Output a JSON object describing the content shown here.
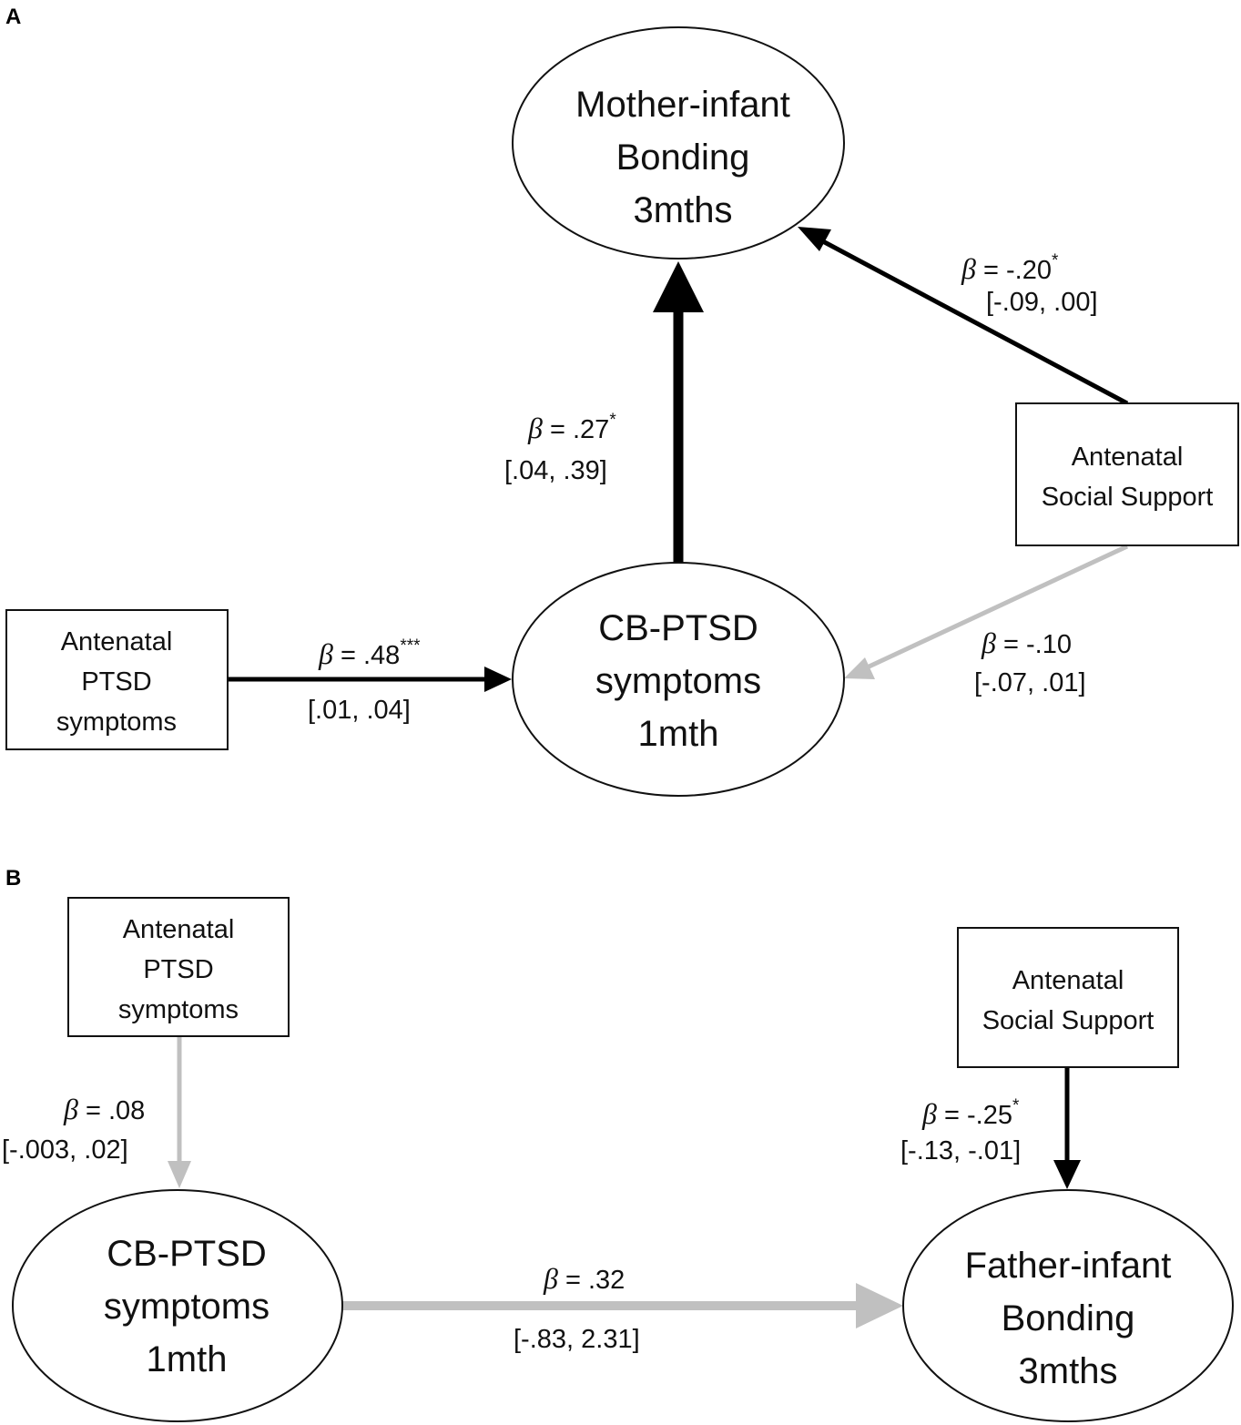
{
  "panels": [
    {
      "label": "A",
      "nodes": {
        "bonding": [
          "Mother-infant",
          "Bonding",
          "3mths"
        ],
        "cbptsd": [
          "CB-PTSD",
          "symptoms",
          "1mth"
        ],
        "ptsd": [
          "Antenatal",
          "PTSD",
          "symptoms"
        ],
        "support": [
          "Antenatal",
          "Social Support"
        ]
      },
      "paths": {
        "ptsd_to_cbptsd": {
          "beta": "β",
          "eq": " = .48",
          "sig": "***",
          "ci": "[.01, .04]",
          "color": "#000000"
        },
        "cbptsd_to_bonding": {
          "beta": "β",
          "eq": " = .27",
          "sig": "*",
          "ci": "[.04, .39]",
          "color": "#000000"
        },
        "support_to_bonding": {
          "beta": "β",
          "eq": " = -.20",
          "sig": "*",
          "ci": "[-.09, .00]",
          "color": "#000000"
        },
        "support_to_cbptsd": {
          "beta": "β",
          "eq": " = -.10",
          "sig": "",
          "ci": "[-.07, .01]",
          "color": "#c0c0c0"
        }
      }
    },
    {
      "label": "B",
      "nodes": {
        "ptsd": [
          "Antenatal",
          "PTSD",
          "symptoms"
        ],
        "support": [
          "Antenatal",
          "Social Support"
        ],
        "cbptsd": [
          "CB-PTSD",
          "symptoms",
          "1mth"
        ],
        "bonding": [
          "Father-infant",
          "Bonding",
          "3mths"
        ]
      },
      "paths": {
        "ptsd_to_cbptsd": {
          "beta": "β",
          "eq": " = .08",
          "sig": "",
          "ci": "[-.003, .02]",
          "color": "#c0c0c0"
        },
        "support_to_bonding": {
          "beta": "β",
          "eq": " = -.25",
          "sig": "*",
          "ci": "[-.13, -.01]",
          "color": "#000000"
        },
        "cbptsd_to_bonding": {
          "beta": "β",
          "eq": " = .32",
          "sig": "",
          "ci": "[-.83, 2.31]",
          "color": "#c0c0c0"
        }
      }
    }
  ]
}
